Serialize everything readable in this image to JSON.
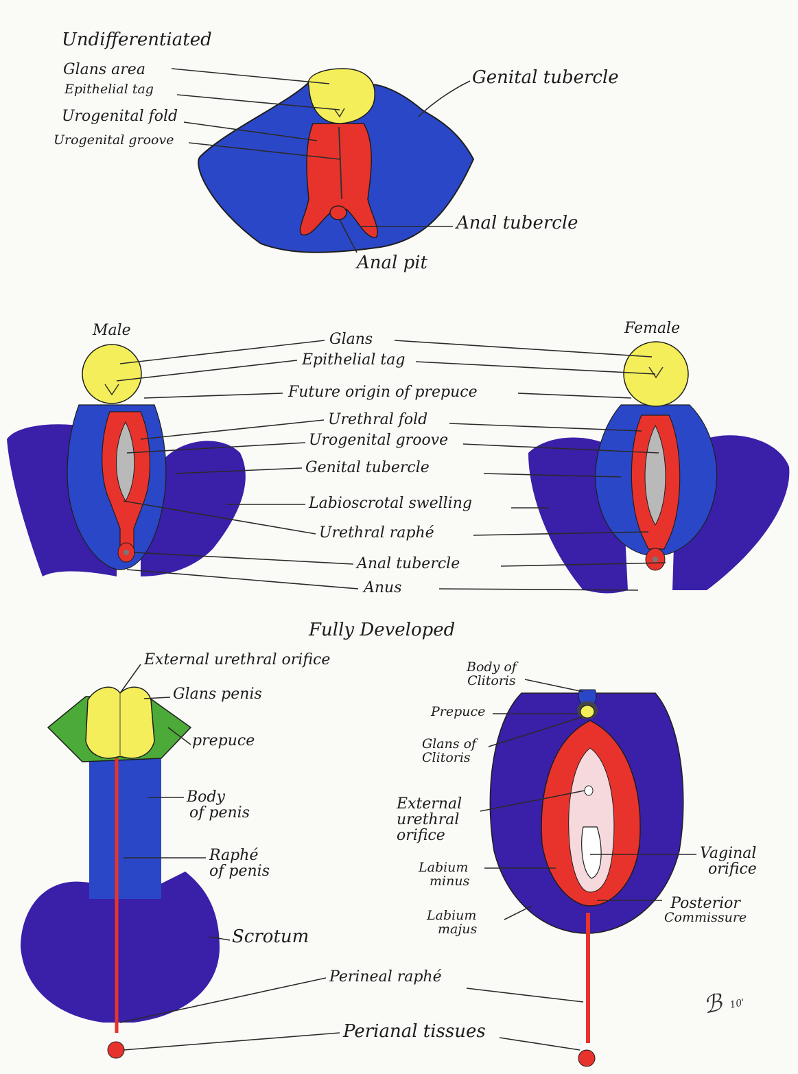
{
  "colors": {
    "glans": "#f4ee5a",
    "fold": "#e8332c",
    "tubercle": "#2a47c8",
    "swelling": "#3a1fa8",
    "prepuce": "#4caa38",
    "groove": "#b9b9b9",
    "vestibule": "#f6d9dc",
    "line": "#2a2a2a"
  },
  "undifferentiated": {
    "heading": "Undifferentiated",
    "glans_area": "Glans area",
    "epithelial_tag": "Epithelial tag",
    "urogenital_fold": "Urogenital fold",
    "urogenital_groove": "Urogenital groove",
    "genital_tubercle": "Genital tubercle",
    "anal_tubercle": "Anal tubercle",
    "anal_pit": "Anal pit"
  },
  "intermediate": {
    "male_heading": "Male",
    "female_heading": "Female",
    "glans": "Glans",
    "epithelial_tag": "Epithelial tag",
    "future_prepuce": "Future origin of prepuce",
    "urethral_fold": "Urethral fold",
    "urogenital_groove": "Urogenital groove",
    "genital_tubercle": "Genital tubercle",
    "labioscrotal_swelling": "Labioscrotal swelling",
    "urethral_raphe": "Urethral raphé",
    "anal_tubercle": "Anal tubercle",
    "anus": "Anus"
  },
  "developed": {
    "heading": "Fully Developed",
    "external_urethral_orifice_m": "External urethral orifice",
    "glans_penis": "Glans penis",
    "prepuce_m": "prepuce",
    "body_of_penis": [
      "Body",
      "of penis"
    ],
    "raphe_of_penis": [
      "Raphé",
      "of penis"
    ],
    "scrotum": "Scrotum",
    "body_of_clitoris": [
      "Body of",
      "Clitoris"
    ],
    "prepuce_f": "Prepuce",
    "glans_of_clitoris": [
      "Glans of",
      "Clitoris"
    ],
    "external_urethral_orifice_f": [
      "External",
      "urethral",
      "orifice"
    ],
    "labium_minus": [
      "Labium",
      "minus"
    ],
    "labium_majus": [
      "Labium",
      "majus"
    ],
    "vaginal_orifice": [
      "Vaginal",
      "orifice"
    ],
    "posterior_commissure": [
      "Posterior",
      "Commissure"
    ],
    "perineal_raphe": "Perineal raphé",
    "perianal_tissues": "Perianal tissues"
  },
  "signature": {
    "initials": "ℬ",
    "year": "10'"
  }
}
